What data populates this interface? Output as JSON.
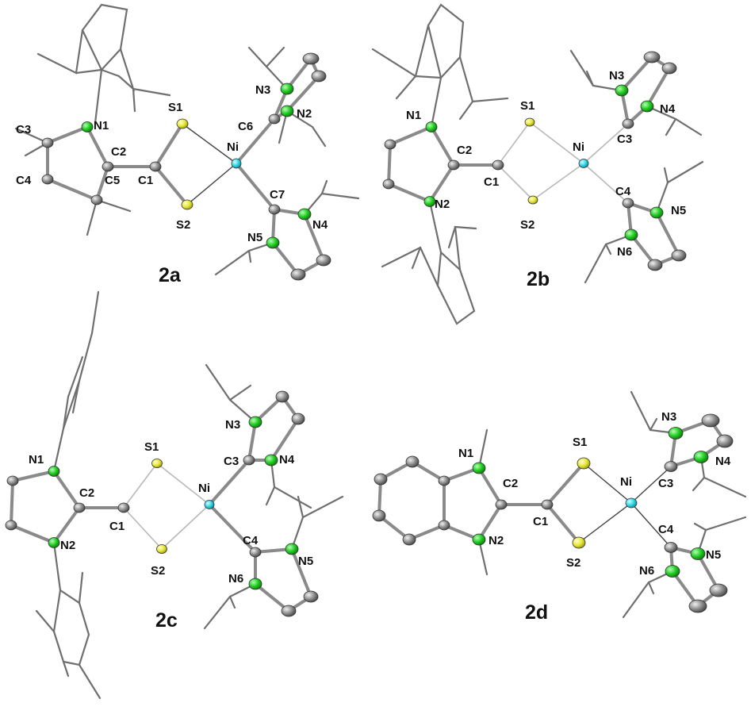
{
  "colors": {
    "nitrogen": "#22cc22",
    "sulfur": "#e8e83a",
    "nickel": "#33d6e6",
    "carbon": "#8e8e8e",
    "bond": "#6f6f6f"
  },
  "panels": [
    {
      "id": "2a",
      "label": "2a",
      "atoms": [
        "N1",
        "C3",
        "C2",
        "C4",
        "C5",
        "C1",
        "S1",
        "S2",
        "Ni",
        "N3",
        "N2",
        "C6",
        "C7",
        "N5",
        "N4"
      ]
    },
    {
      "id": "2b",
      "label": "2b",
      "atoms": [
        "N1",
        "C2",
        "C1",
        "N2",
        "S1",
        "S2",
        "Ni",
        "N3",
        "N4",
        "C3",
        "C4",
        "N5",
        "N6"
      ]
    },
    {
      "id": "2c",
      "label": "2c",
      "atoms": [
        "N1",
        "C2",
        "C1",
        "N2",
        "S1",
        "S2",
        "Ni",
        "N3",
        "C3",
        "N4",
        "C4",
        "N6",
        "N5"
      ]
    },
    {
      "id": "2d",
      "label": "2d",
      "atoms": [
        "N1",
        "C2",
        "C1",
        "N2",
        "S1",
        "S2",
        "Ni",
        "N3",
        "N4",
        "C3",
        "C4",
        "N6",
        "N5"
      ]
    }
  ]
}
